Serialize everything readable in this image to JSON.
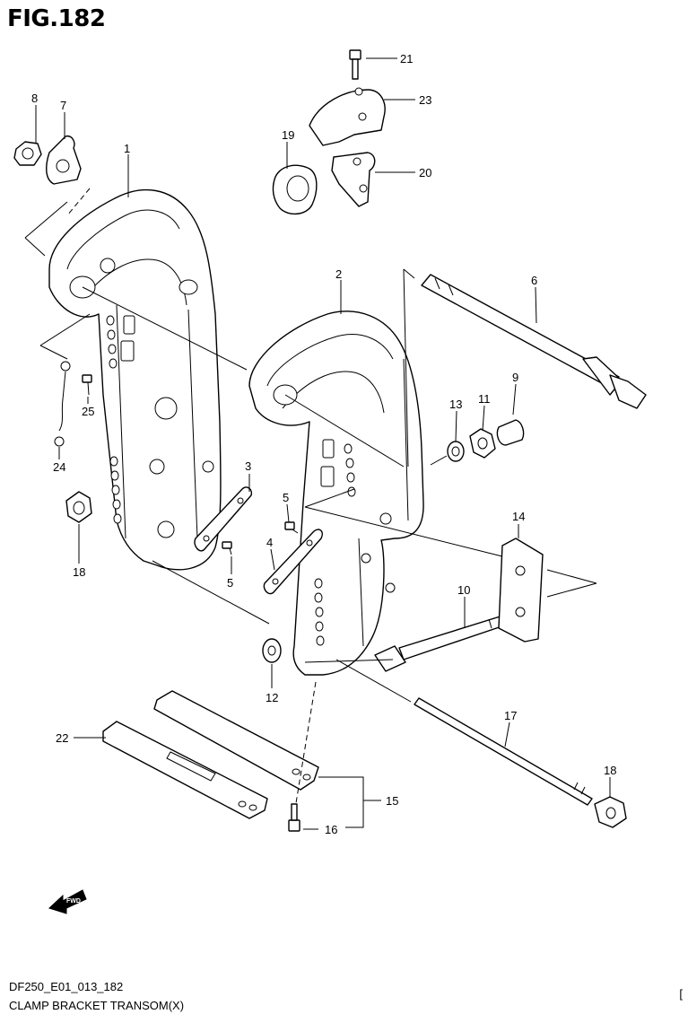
{
  "figure": {
    "title": "FIG.182"
  },
  "footer": {
    "model_code": "DF250_E01_013_182",
    "caption": "CLAMP BRACKET TRANSOM(X)",
    "corner_mark": "["
  },
  "callouts": [
    "1",
    "2",
    "3",
    "4",
    "5",
    "5",
    "6",
    "7",
    "8",
    "9",
    "10",
    "11",
    "12",
    "13",
    "14",
    "15",
    "16",
    "17",
    "18",
    "18",
    "19",
    "20",
    "21",
    "22",
    "23",
    "24",
    "25"
  ],
  "icons": {
    "forward_arrow": "fwd-arrow-icon",
    "forward_arrow_text": "FWD"
  }
}
